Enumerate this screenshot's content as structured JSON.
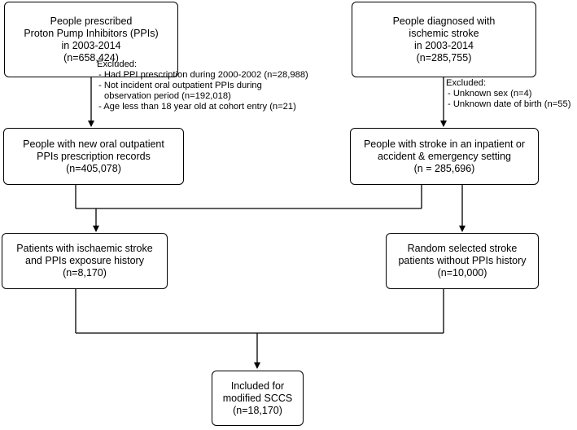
{
  "boxes": {
    "ppi_prescribed": [
      "People prescribed",
      "Proton Pump Inhibitors (PPIs)",
      "in 2003-2014",
      "(n=658,424)"
    ],
    "stroke_diagnosed": [
      "People diagnosed with",
      "ischemic stroke",
      "in 2003-2014",
      "(n=285,755)"
    ],
    "new_ppi": [
      "People with new oral outpatient",
      "PPIs prescription records",
      "(n=405,078)"
    ],
    "stroke_setting": [
      "People with stroke in an inpatient or",
      "accident & emergency setting",
      "(n = 285,696)"
    ],
    "stroke_ppi_history": [
      "Patients with ischaemic stroke",
      "and PPIs exposure history",
      "(n=8,170)"
    ],
    "random_stroke": [
      "Random selected stroke",
      "patients without PPIs history",
      "(n=10,000)"
    ],
    "included": [
      "Included for",
      "modified SCCS",
      "(n=18,170)"
    ]
  },
  "exclusions": {
    "left": {
      "title": "Excluded:",
      "items": [
        "- Had PPI prescription during 2000-2002 (n=28,988)",
        "- Not incident oral outpatient PPIs during",
        "observation period (n=192,018)",
        "- Age less than 18 year old at cohort entry (n=21)"
      ]
    },
    "right": {
      "title": "Excluded:",
      "items": [
        "- Unknown sex (n=4)",
        "- Unknown date of birth (n=55)"
      ]
    }
  }
}
